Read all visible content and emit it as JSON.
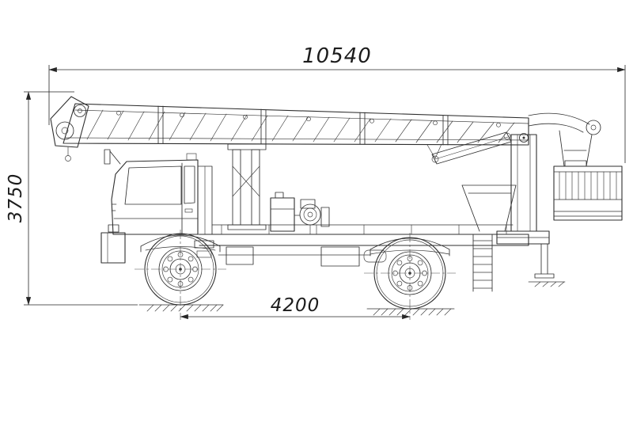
{
  "dimensions": {
    "overall_length": "10540",
    "overall_height": "3750",
    "wheelbase": "4200"
  },
  "style": {
    "line_color": "#2f2f2f",
    "dimension_text_color": "#1c1c1c",
    "background": "#ffffff"
  }
}
